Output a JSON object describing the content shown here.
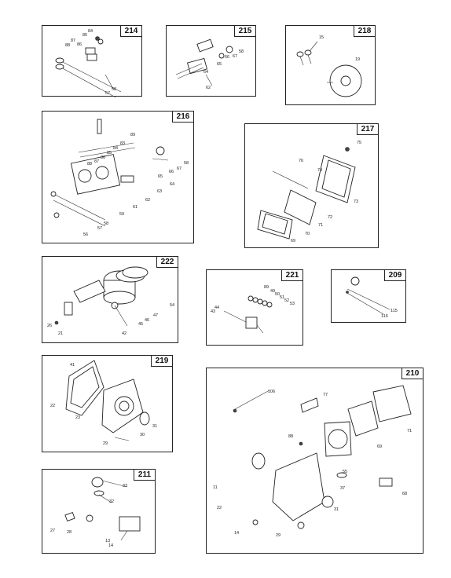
{
  "panels": {
    "p214": {
      "tag": "214",
      "labels": [
        "84",
        "85",
        "87",
        "86",
        "88",
        "58",
        "57"
      ]
    },
    "p215": {
      "tag": "215",
      "labels": [
        "58",
        "66",
        "67",
        "65",
        "64",
        "62"
      ]
    },
    "p218": {
      "tag": "218",
      "labels": [
        "15",
        "19"
      ]
    },
    "p216": {
      "tag": "216",
      "labels": [
        "89",
        "83",
        "84",
        "85",
        "86",
        "87",
        "88",
        "58",
        "66",
        "67",
        "65",
        "64",
        "63",
        "62",
        "61",
        "59",
        "58",
        "57",
        "56"
      ]
    },
    "p217": {
      "tag": "217",
      "labels": [
        "75",
        "76",
        "74",
        "72",
        "73",
        "71",
        "70",
        "69"
      ]
    },
    "p222": {
      "tag": "222",
      "labels": [
        "54",
        "47",
        "46",
        "45",
        "26",
        "21",
        "42"
      ]
    },
    "p221": {
      "tag": "221",
      "labels": [
        "89",
        "49",
        "50",
        "51",
        "52",
        "53",
        "44",
        "43"
      ]
    },
    "p209": {
      "tag": "209",
      "labels": [
        "115",
        "116"
      ]
    },
    "p219": {
      "tag": "219",
      "labels": [
        "41",
        "22",
        "23",
        "31",
        "30",
        "29"
      ]
    },
    "p210": {
      "tag": "210",
      "labels": [
        "106",
        "77",
        "71",
        "88",
        "69",
        "55",
        "11",
        "37",
        "68",
        "22",
        "31",
        "14",
        "29"
      ]
    },
    "p211": {
      "tag": "211",
      "labels": [
        "33",
        "32",
        "27",
        "28",
        "13",
        "14"
      ]
    }
  }
}
